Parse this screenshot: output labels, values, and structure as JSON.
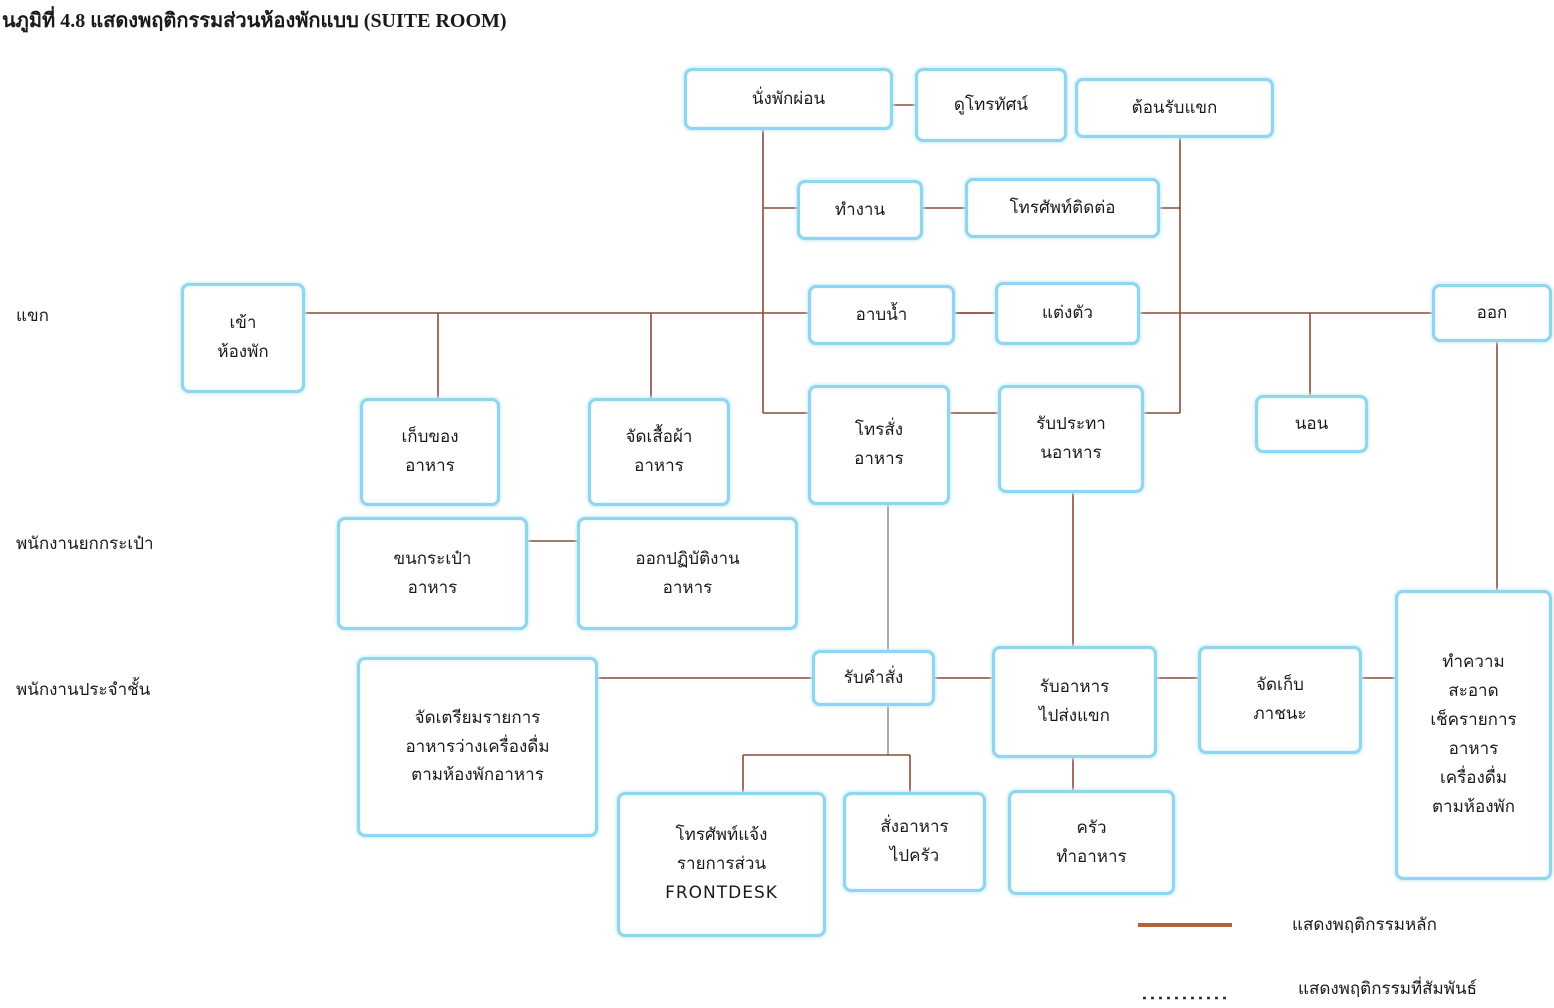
{
  "title": "นภูมิที่ 4.8 แสดงพฤติกรรมส่วนห้องพักแบบ   (SUITE ROOM)",
  "row_labels": {
    "guest": "แขก",
    "bellboy": "พนักงานยกกระเป๋า",
    "floor_staff": "พนักงานประจำชั้น"
  },
  "boxes": {
    "relax": [
      "นั่งพักผ่อน"
    ],
    "watch_tv": [
      "ดูโทรทัศน์"
    ],
    "receive_guest": [
      "ต้อนรับแขก"
    ],
    "work": [
      "ทำงาน"
    ],
    "phone_contact": [
      "โทรศัพท์ติดต่อ"
    ],
    "enter_room": [
      "เข้า",
      "ห้องพัก"
    ],
    "bathe": [
      "อาบน้ำ"
    ],
    "dress": [
      "แต่งตัว"
    ],
    "exit": [
      "ออก"
    ],
    "store_items": [
      "เก็บของ",
      "อาหาร"
    ],
    "arrange_clothes": [
      "จัดเสื้อผ้า",
      "อาหาร"
    ],
    "order_food": [
      "โทรสั่ง",
      "อาหาร"
    ],
    "eat_food": [
      "รับประทา",
      "นอาหาร"
    ],
    "sleep": [
      "นอน"
    ],
    "carry_luggage": [
      "ขนกระเป๋า",
      "อาหาร"
    ],
    "go_work": [
      "ออกปฏิบัติงาน",
      "อาหาร"
    ],
    "cleaning": [
      "ทำความ",
      "สะอาด",
      "เช็ครายการ",
      "อาหาร",
      "เครื่องดื่ม",
      "ตามห้องพัก"
    ],
    "prepare_list": [
      "จัดเตรียมรายการ",
      "อาหารว่างเครื่องดื่ม",
      "ตามห้องพักอาหาร"
    ],
    "receive_order": [
      "รับคำสั่ง"
    ],
    "receive_food": [
      "รับอาหาร",
      "ไปส่งแขก"
    ],
    "collect_dishes": [
      "จัดเก็บ",
      "ภาชนะ"
    ],
    "phone_frontdesk": [
      "โทรศัพท์แจ้ง",
      "รายการส่วน",
      "FRONTDESK"
    ],
    "send_kitchen": [
      "สั่งอาหาร",
      "ไปครัว"
    ],
    "kitchen": [
      "ครัว",
      "ทำอาหาร"
    ]
  },
  "legend": {
    "main": "แสดงพฤติกรรมหลัก",
    "related": "แสดงพฤติกรรมที่สัมพันธ์"
  },
  "colors": {
    "main_line": "#a0522d",
    "box_border": "#8fd6ee",
    "related_line": "#333333"
  }
}
